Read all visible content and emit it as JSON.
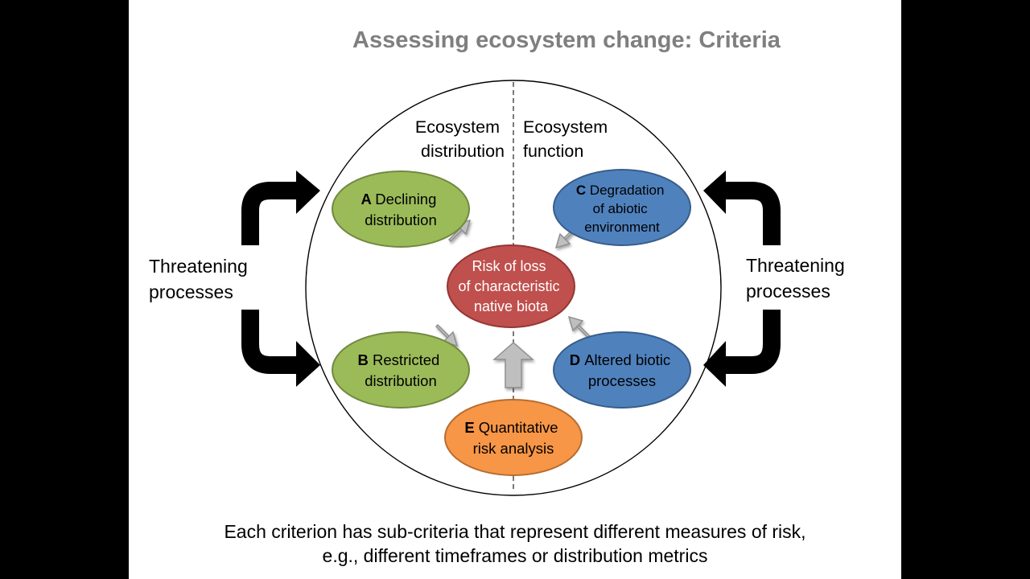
{
  "slide": {
    "title": "Assessing ecosystem change: Criteria",
    "sections": {
      "distribution": [
        "Ecosystem",
        "distribution"
      ],
      "function": [
        "Ecosystem",
        "function"
      ]
    },
    "threats": {
      "left": [
        "Threatening",
        "processes"
      ],
      "right": [
        "Threatening",
        "processes"
      ]
    },
    "center": {
      "lines": [
        "Risk of loss",
        "of characteristic",
        "native biota"
      ],
      "color": "#c0504d"
    },
    "criteria": {
      "a": {
        "letter": "A",
        "lines": [
          "Declining",
          "distribution"
        ],
        "color": "#9bbb59"
      },
      "b": {
        "letter": "B",
        "lines": [
          "Restricted",
          "distribution"
        ],
        "color": "#9bbb59"
      },
      "c": {
        "letter": "C",
        "lines": [
          "Degradation",
          "of abiotic",
          "environment"
        ],
        "color": "#4f81bd"
      },
      "d": {
        "letter": "D",
        "lines": [
          "Altered biotic",
          "processes"
        ],
        "color": "#4f81bd"
      },
      "e": {
        "letter": "E",
        "lines": [
          "Quantitative",
          "risk analysis"
        ],
        "color": "#f79646"
      }
    },
    "caption": [
      "Each criterion has sub-criteria that represent different measures of risk,",
      "e.g., different timeframes or distribution metrics"
    ]
  }
}
